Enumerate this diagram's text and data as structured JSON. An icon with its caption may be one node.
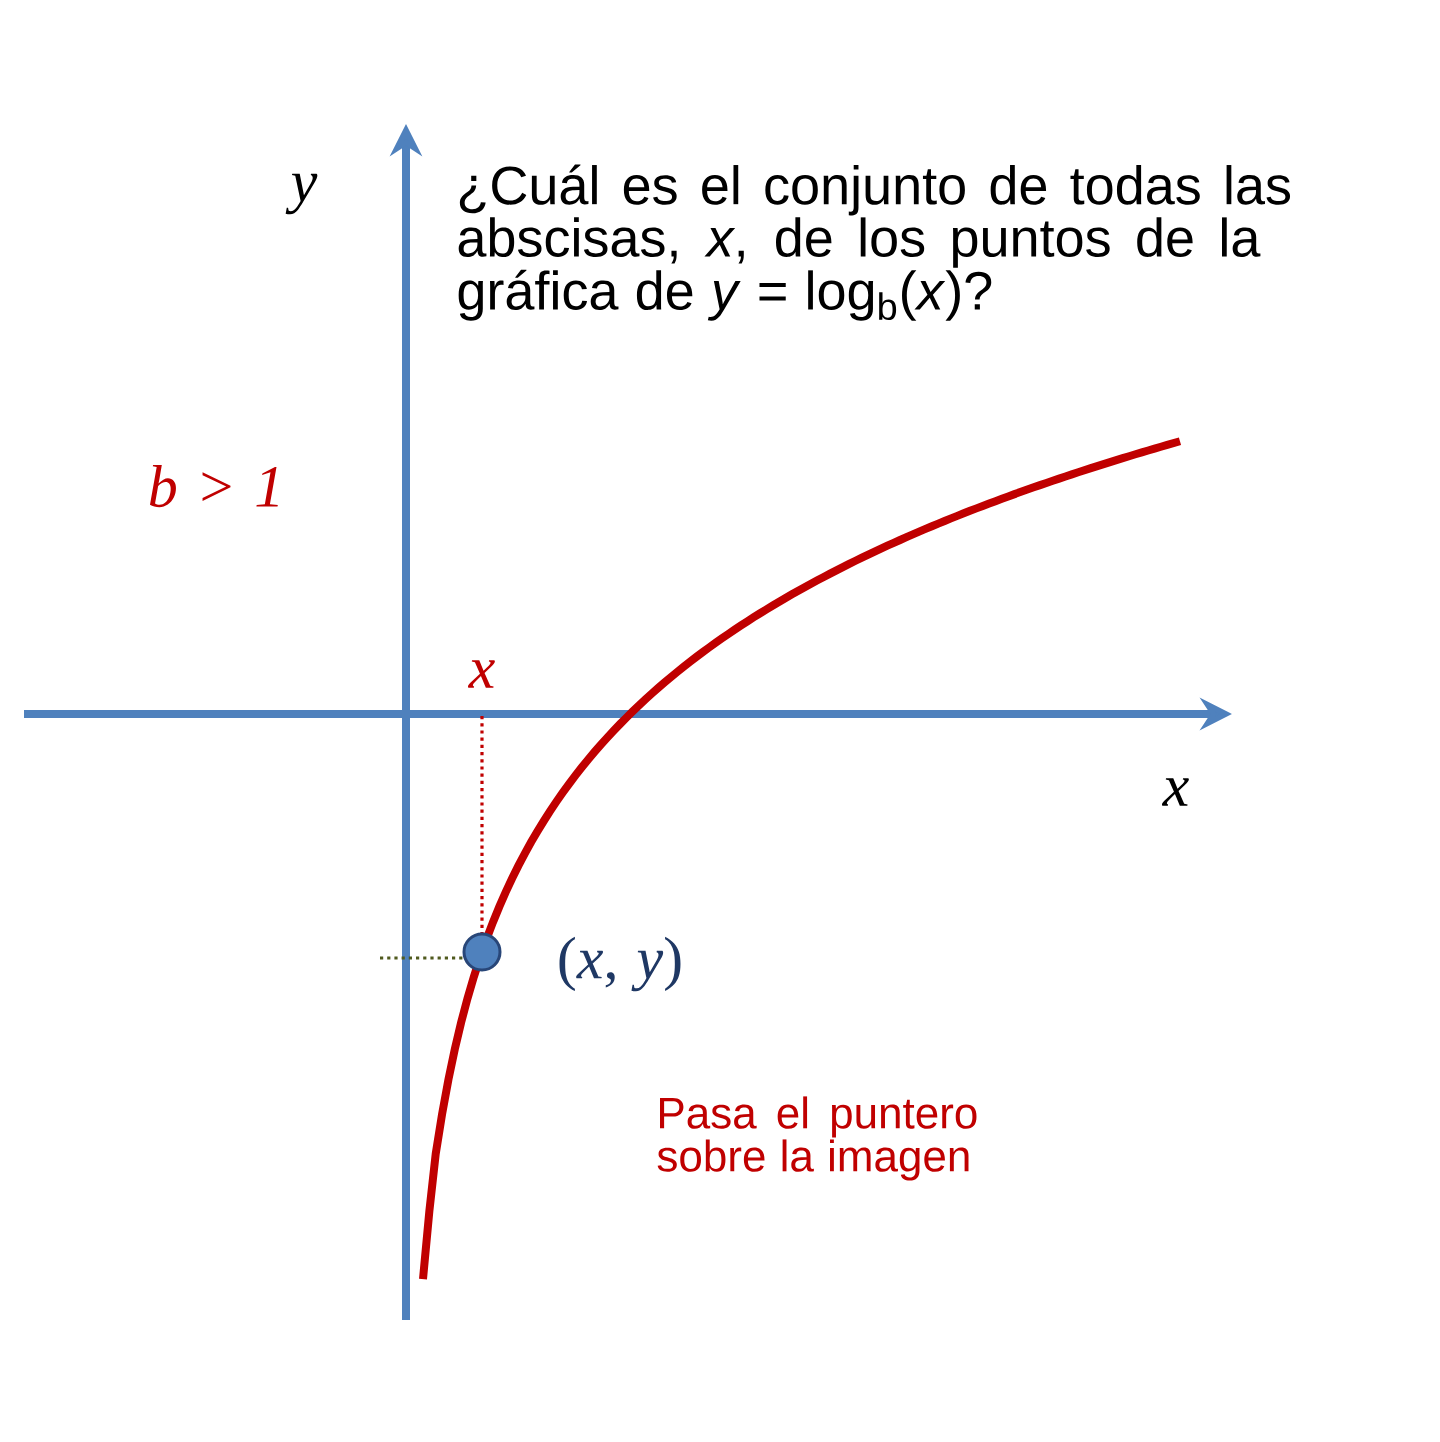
{
  "diagram": {
    "labels": [
      "¿Cuál es el conjunto de todas las abscisas, *x*, de los puntos de la gráfica de *y* = log$_{b}$(*x*)?",
      "y",
      "b > 1",
      "x",
      "x",
      "(*x*, *y*)",
      "Pasa el puntero sobre la imagen"
    ]
  }
}
